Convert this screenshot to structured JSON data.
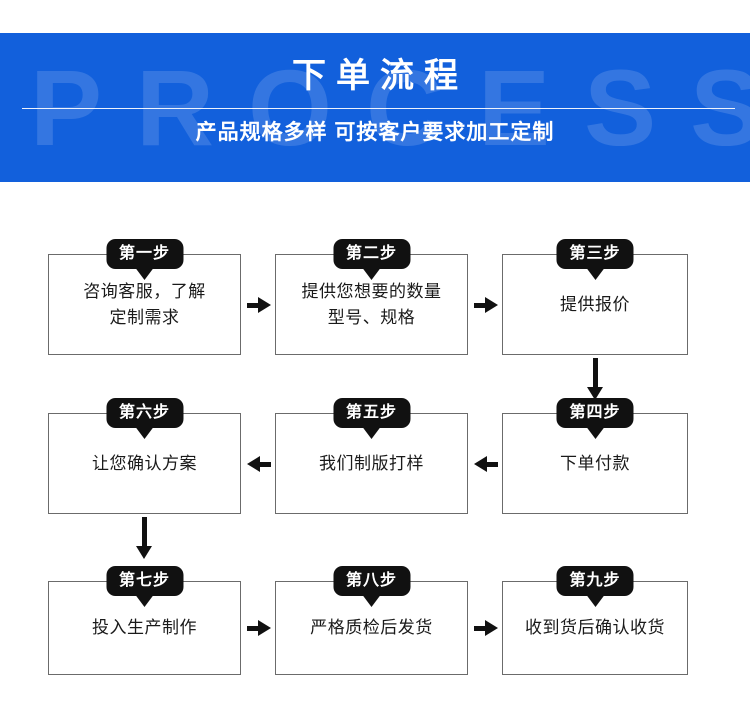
{
  "banner": {
    "watermark": "PROCESS",
    "title": "下单流程",
    "subtitle": "产品规格多样 可按客户要求加工定制",
    "bg_color": "#1260dc",
    "text_color": "#ffffff"
  },
  "flow": {
    "badge_color": "#111111",
    "box_border_color": "#6b6b6b",
    "arrow_color": "#111111",
    "steps": [
      {
        "badge": "第一步",
        "line1": "咨询客服，了解",
        "line2": "定制需求"
      },
      {
        "badge": "第二步",
        "line1": "提供您想要的数量",
        "line2": "型号、规格"
      },
      {
        "badge": "第三步",
        "line1": "提供报价",
        "line2": ""
      },
      {
        "badge": "第四步",
        "line1": "下单付款",
        "line2": ""
      },
      {
        "badge": "第五步",
        "line1": "我们制版打样",
        "line2": ""
      },
      {
        "badge": "第六步",
        "line1": "让您确认方案",
        "line2": ""
      },
      {
        "badge": "第七步",
        "line1": "投入生产制作",
        "line2": ""
      },
      {
        "badge": "第八步",
        "line1": "严格质检后发货",
        "line2": ""
      },
      {
        "badge": "第九步",
        "line1": "收到货后确认收货",
        "line2": ""
      }
    ]
  }
}
